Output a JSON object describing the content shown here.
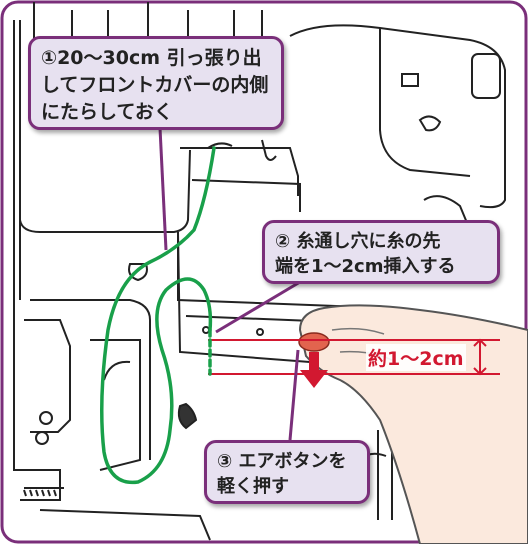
{
  "callouts": [
    {
      "lines": [
        "①20〜30cm 引っ張り出",
        "してフロントカバーの内側",
        "にたらしておく"
      ]
    },
    {
      "lines": [
        "② 糸通し穴に糸の先",
        "端を1〜2cm挿入する"
      ]
    },
    {
      "lines": [
        "③ エアボタンを",
        "軽く押す"
      ]
    }
  ],
  "measurement_label": "約1〜2cm",
  "colors": {
    "frame": "#7a2f7a",
    "callout_fill": "#e7e1f0",
    "thread": "#19a04a",
    "accent_red": "#d21830"
  }
}
